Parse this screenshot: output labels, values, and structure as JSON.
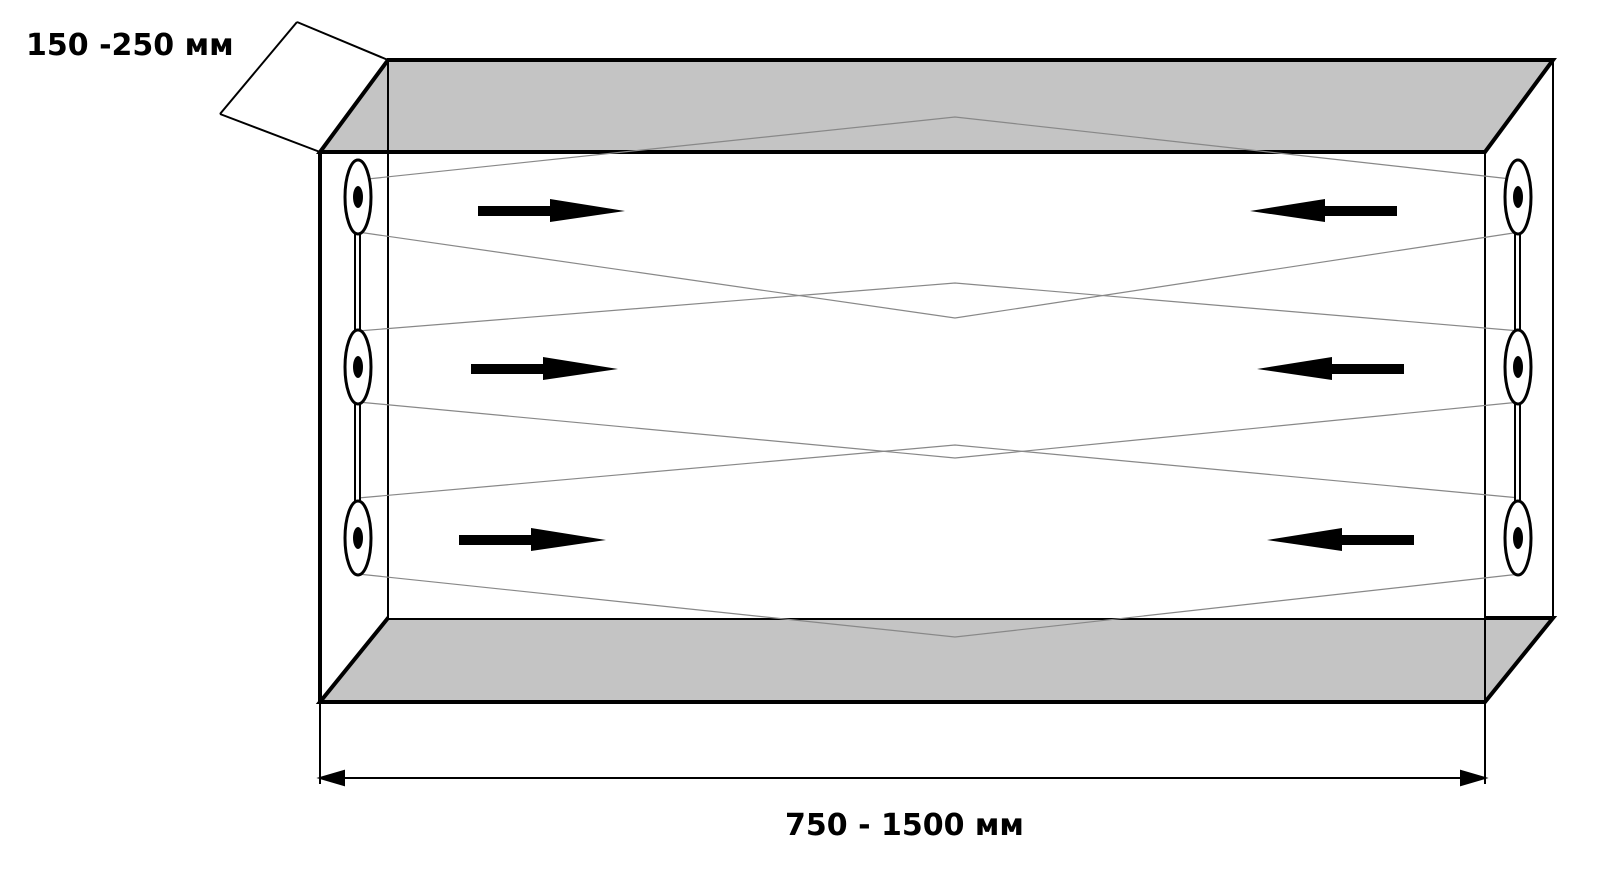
{
  "labels": {
    "depth": "150 -250 мм",
    "width": "750 - 1500 мм"
  },
  "colors": {
    "panel_fill": "#c4c4c4",
    "stroke": "#000000",
    "background": "#ffffff"
  },
  "diagram": {
    "type": "drawer-box-dimension-sketch",
    "arrow_rows": 3,
    "arrow_direction_left": "right",
    "arrow_direction_right": "left",
    "anchors_per_side": 3
  }
}
